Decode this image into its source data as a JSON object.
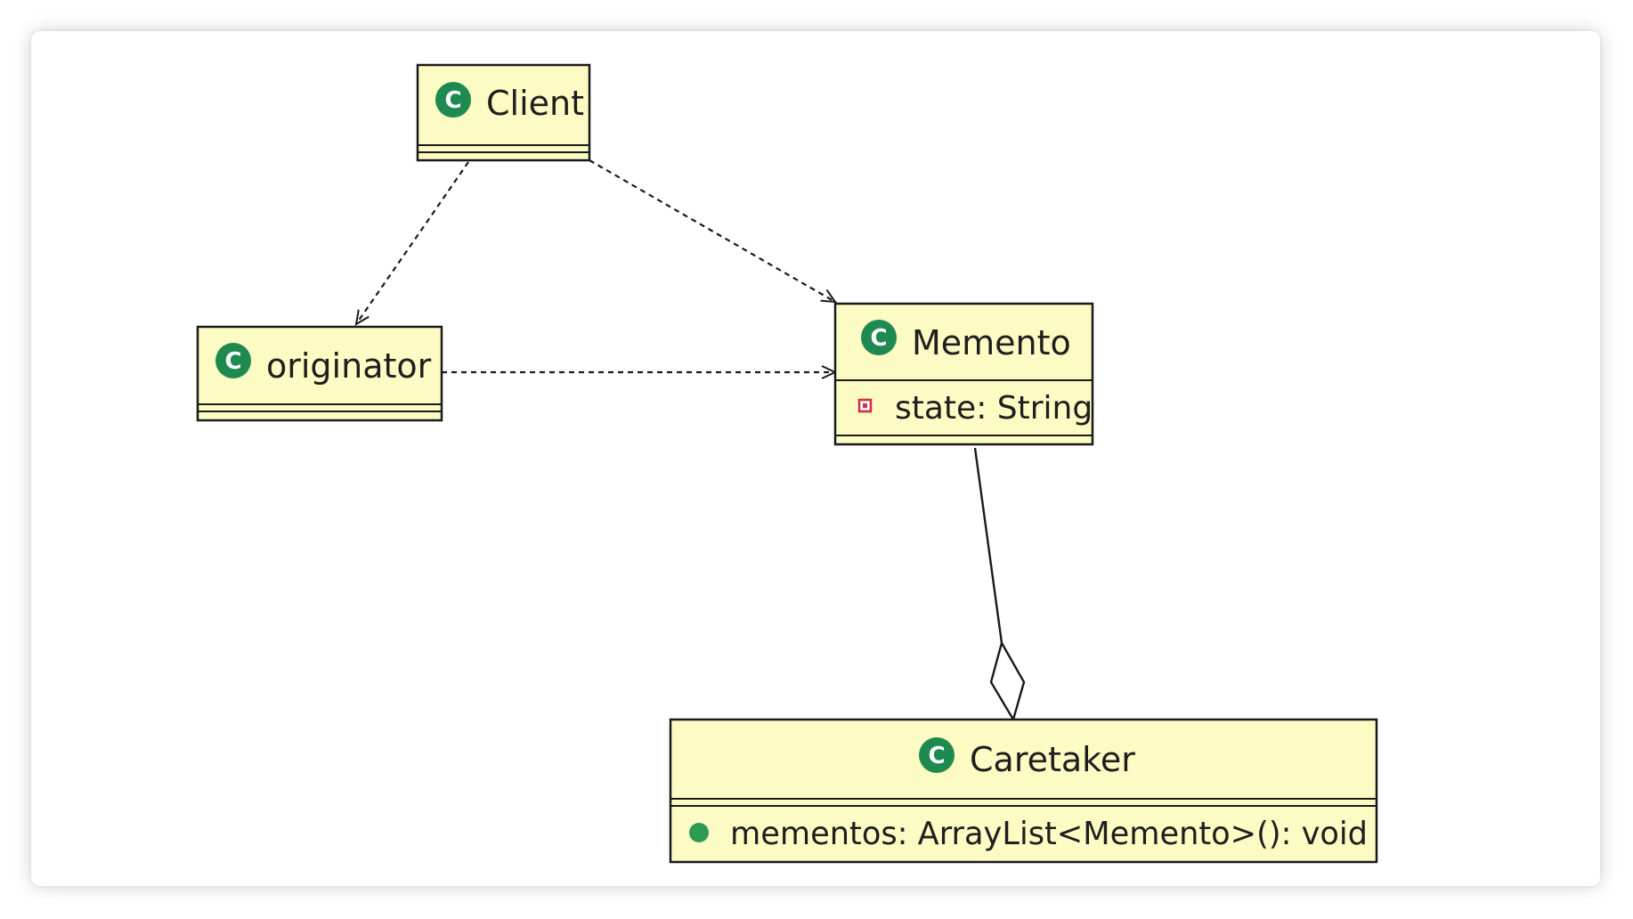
{
  "diagram": {
    "classes": {
      "client": {
        "name": "Client",
        "stereotype_icon": "class-c-icon"
      },
      "originator": {
        "name": "originator",
        "stereotype_icon": "class-c-icon"
      },
      "memento": {
        "name": "Memento",
        "stereotype_icon": "class-c-icon",
        "fields": [
          {
            "text": "state: String",
            "visibility": "private",
            "visibility_icon": "private-square-icon"
          }
        ]
      },
      "caretaker": {
        "name": "Caretaker",
        "stereotype_icon": "class-c-icon",
        "methods": [
          {
            "text": "mementos: ArrayList<Memento>(): void",
            "visibility": "public",
            "visibility_icon": "public-circle-icon"
          }
        ]
      }
    },
    "relations": [
      {
        "from": "Client",
        "to": "originator",
        "type": "dependency"
      },
      {
        "from": "Client",
        "to": "Memento",
        "type": "dependency"
      },
      {
        "from": "originator",
        "to": "Memento",
        "type": "dependency"
      },
      {
        "from": "Caretaker",
        "to": "Memento",
        "type": "aggregation"
      }
    ],
    "icon_letter": "C",
    "colors": {
      "class_fill": "#fbfbc3",
      "class_border": "#1a1a1a",
      "class_icon": "#1f8a50",
      "private_icon": "#d2304a",
      "public_icon": "#2f9a55"
    }
  }
}
